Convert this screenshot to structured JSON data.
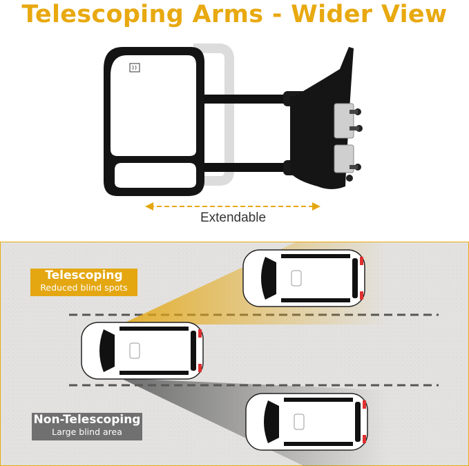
{
  "title": "Telescoping Arms - Wider View",
  "extend_label": "Extendable",
  "telescoping": {
    "label": "Telescoping",
    "sub": "Reduced blind spots"
  },
  "non_telescoping": {
    "label": "Non-Telescoping",
    "sub": "Large blind area"
  },
  "colors": {
    "accent": "#e8a910",
    "road": "#e2e1df",
    "dark": "#707070"
  },
  "icons": [
    "mirror-heater-icon"
  ]
}
